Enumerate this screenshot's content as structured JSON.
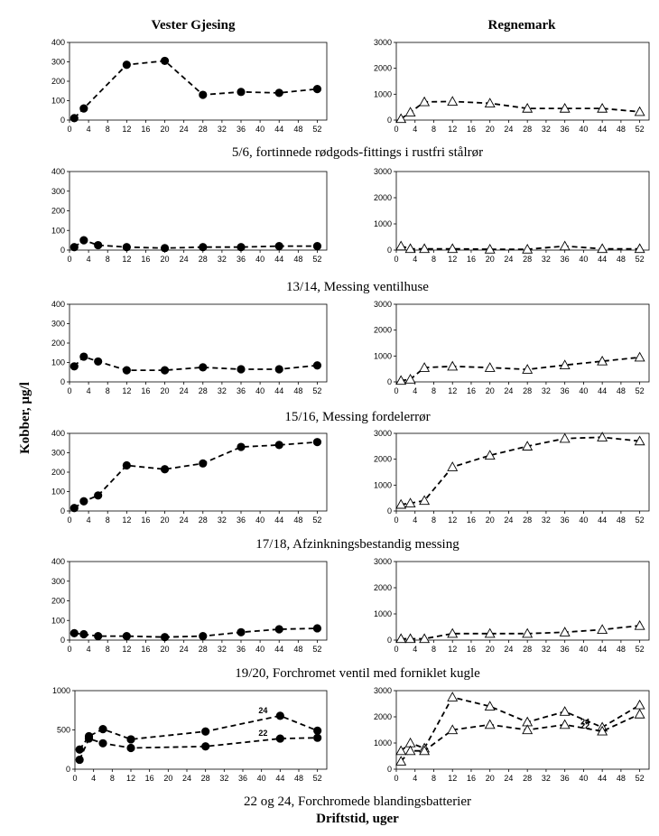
{
  "figure": {
    "left_title": "Vester Gjesing",
    "right_title": "Regnemark",
    "ylabel": "Kobber, µg/l",
    "xlabel": "Driftstid, uger",
    "captions": [
      "5/6, fortinnede rødgods-fittings i rustfri stålrør",
      "13/14, Messing ventilhuse",
      "15/16, Messing fordelerrør",
      "17/18, Afzinkningsbestandig messing",
      "19/20, Forchromet ventil med forniklet kugle",
      "22 og 24, Forchromede blandingsbatterier"
    ]
  },
  "colors": {
    "axis": "#000000",
    "marker_fill_left": "#000000",
    "marker_fill_right": "#ffffff"
  },
  "chart_data": [
    {
      "type": "line",
      "panel": "Vester Gjesing",
      "caption": "5/6, fortinnede rødgods-fittings i rustfri stålrør",
      "xlim": [
        0,
        54
      ],
      "ylim": [
        0,
        400
      ],
      "xticks": [
        0,
        4,
        8,
        12,
        16,
        20,
        24,
        28,
        32,
        36,
        40,
        44,
        48,
        52
      ],
      "yticks": [
        0,
        100,
        200,
        300,
        400
      ],
      "marker": "circle",
      "series": [
        {
          "name": "",
          "x": [
            1,
            3,
            12,
            20,
            28,
            36,
            44,
            52
          ],
          "y": [
            10,
            60,
            285,
            305,
            130,
            145,
            140,
            160
          ]
        }
      ]
    },
    {
      "type": "line",
      "panel": "Regnemark",
      "caption": "5/6, fortinnede rødgods-fittings i rustfri stålrør",
      "xlim": [
        0,
        54
      ],
      "ylim": [
        0,
        3000
      ],
      "xticks": [
        0,
        4,
        8,
        12,
        16,
        20,
        24,
        28,
        32,
        36,
        40,
        44,
        48,
        52
      ],
      "yticks": [
        0,
        1000,
        2000,
        3000
      ],
      "marker": "triangle",
      "series": [
        {
          "name": "",
          "x": [
            1,
            3,
            6,
            12,
            20,
            28,
            36,
            44,
            52
          ],
          "y": [
            50,
            300,
            700,
            720,
            650,
            450,
            450,
            450,
            320
          ]
        }
      ]
    },
    {
      "type": "line",
      "panel": "Vester Gjesing",
      "caption": "13/14, Messing ventilhuse",
      "xlim": [
        0,
        54
      ],
      "ylim": [
        0,
        400
      ],
      "xticks": [
        0,
        4,
        8,
        12,
        16,
        20,
        24,
        28,
        32,
        36,
        40,
        44,
        48,
        52
      ],
      "yticks": [
        0,
        100,
        200,
        300,
        400
      ],
      "marker": "circle",
      "series": [
        {
          "name": "",
          "x": [
            1,
            3,
            6,
            12,
            20,
            28,
            36,
            44,
            52
          ],
          "y": [
            15,
            50,
            25,
            15,
            10,
            15,
            15,
            20,
            20
          ]
        }
      ]
    },
    {
      "type": "line",
      "panel": "Regnemark",
      "caption": "13/14, Messing ventilhuse",
      "xlim": [
        0,
        54
      ],
      "ylim": [
        0,
        3000
      ],
      "xticks": [
        0,
        4,
        8,
        12,
        16,
        20,
        24,
        28,
        32,
        36,
        40,
        44,
        48,
        52
      ],
      "yticks": [
        0,
        1000,
        2000,
        3000
      ],
      "marker": "triangle",
      "series": [
        {
          "name": "",
          "x": [
            1,
            3,
            6,
            12,
            20,
            28,
            36,
            44,
            52
          ],
          "y": [
            150,
            50,
            50,
            50,
            30,
            30,
            150,
            50,
            50
          ]
        }
      ]
    },
    {
      "type": "line",
      "panel": "Vester Gjesing",
      "caption": "15/16, Messing fordelerrør",
      "xlim": [
        0,
        54
      ],
      "ylim": [
        0,
        400
      ],
      "xticks": [
        0,
        4,
        8,
        12,
        16,
        20,
        24,
        28,
        32,
        36,
        40,
        44,
        48,
        52
      ],
      "yticks": [
        0,
        100,
        200,
        300,
        400
      ],
      "marker": "circle",
      "series": [
        {
          "name": "",
          "x": [
            1,
            3,
            6,
            12,
            20,
            28,
            36,
            44,
            52
          ],
          "y": [
            80,
            130,
            105,
            60,
            60,
            75,
            65,
            65,
            85
          ]
        }
      ]
    },
    {
      "type": "line",
      "panel": "Regnemark",
      "caption": "15/16, Messing fordelerrør",
      "xlim": [
        0,
        54
      ],
      "ylim": [
        0,
        3000
      ],
      "xticks": [
        0,
        4,
        8,
        12,
        16,
        20,
        24,
        28,
        32,
        36,
        40,
        44,
        48,
        52
      ],
      "yticks": [
        0,
        1000,
        2000,
        3000
      ],
      "marker": "triangle",
      "series": [
        {
          "name": "",
          "x": [
            1,
            3,
            6,
            12,
            20,
            28,
            36,
            44,
            52
          ],
          "y": [
            50,
            100,
            550,
            600,
            550,
            480,
            650,
            800,
            950
          ]
        }
      ]
    },
    {
      "type": "line",
      "panel": "Vester Gjesing",
      "caption": "17/18, Afzinkningsbestandig messing",
      "xlim": [
        0,
        54
      ],
      "ylim": [
        0,
        400
      ],
      "xticks": [
        0,
        4,
        8,
        12,
        16,
        20,
        24,
        28,
        32,
        36,
        40,
        44,
        48,
        52
      ],
      "yticks": [
        0,
        100,
        200,
        300,
        400
      ],
      "marker": "circle",
      "series": [
        {
          "name": "",
          "x": [
            1,
            3,
            6,
            12,
            20,
            28,
            36,
            44,
            52
          ],
          "y": [
            15,
            50,
            80,
            235,
            215,
            245,
            330,
            340,
            355
          ]
        }
      ]
    },
    {
      "type": "line",
      "panel": "Regnemark",
      "caption": "17/18, Afzinkningsbestandig messing",
      "xlim": [
        0,
        54
      ],
      "ylim": [
        0,
        3000
      ],
      "xticks": [
        0,
        4,
        8,
        12,
        16,
        20,
        24,
        28,
        32,
        36,
        40,
        44,
        48,
        52
      ],
      "yticks": [
        0,
        1000,
        2000,
        3000
      ],
      "marker": "triangle",
      "series": [
        {
          "name": "",
          "x": [
            1,
            3,
            6,
            12,
            20,
            28,
            36,
            44,
            52
          ],
          "y": [
            250,
            300,
            400,
            1700,
            2150,
            2500,
            2800,
            2850,
            2700
          ]
        }
      ]
    },
    {
      "type": "line",
      "panel": "Vester Gjesing",
      "caption": "19/20, Forchromet ventil med forniklet kugle",
      "xlim": [
        0,
        54
      ],
      "ylim": [
        0,
        400
      ],
      "xticks": [
        0,
        4,
        8,
        12,
        16,
        20,
        24,
        28,
        32,
        36,
        40,
        44,
        48,
        52
      ],
      "yticks": [
        0,
        100,
        200,
        300,
        400
      ],
      "marker": "circle",
      "series": [
        {
          "name": "",
          "x": [
            1,
            3,
            6,
            12,
            20,
            28,
            36,
            44,
            52
          ],
          "y": [
            35,
            30,
            20,
            20,
            15,
            20,
            40,
            55,
            60
          ]
        }
      ]
    },
    {
      "type": "line",
      "panel": "Regnemark",
      "caption": "19/20, Forchromet ventil med forniklet kugle",
      "xlim": [
        0,
        54
      ],
      "ylim": [
        0,
        3000
      ],
      "xticks": [
        0,
        4,
        8,
        12,
        16,
        20,
        24,
        28,
        32,
        36,
        40,
        44,
        48,
        52
      ],
      "yticks": [
        0,
        1000,
        2000,
        3000
      ],
      "marker": "triangle",
      "series": [
        {
          "name": "",
          "x": [
            1,
            3,
            6,
            12,
            20,
            28,
            36,
            44,
            52
          ],
          "y": [
            50,
            50,
            50,
            250,
            250,
            250,
            300,
            400,
            550
          ]
        }
      ]
    },
    {
      "type": "line",
      "panel": "Vester Gjesing",
      "caption": "22 og 24, Forchromede blandingsbatterier",
      "xlim": [
        0,
        54
      ],
      "ylim": [
        0,
        1000
      ],
      "xticks": [
        0,
        4,
        8,
        12,
        16,
        20,
        24,
        28,
        32,
        36,
        40,
        44,
        48,
        52
      ],
      "yticks": [
        0,
        500,
        1000
      ],
      "marker": "circle",
      "series": [
        {
          "name": "24",
          "x": [
            1,
            3,
            6,
            12,
            28,
            44,
            52
          ],
          "y": [
            250,
            420,
            510,
            380,
            480,
            680,
            490
          ]
        },
        {
          "name": "22",
          "x": [
            1,
            3,
            6,
            12,
            28,
            44,
            52
          ],
          "y": [
            120,
            390,
            330,
            270,
            290,
            390,
            400
          ]
        }
      ]
    },
    {
      "type": "line",
      "panel": "Regnemark",
      "caption": "22 og 24, Forchromede blandingsbatterier",
      "xlim": [
        0,
        54
      ],
      "ylim": [
        0,
        3000
      ],
      "xticks": [
        0,
        4,
        8,
        12,
        16,
        20,
        24,
        28,
        32,
        36,
        40,
        44,
        48,
        52
      ],
      "yticks": [
        0,
        1000,
        2000,
        3000
      ],
      "marker": "triangle",
      "series": [
        {
          "name": "24",
          "x": [
            1,
            3,
            6,
            12,
            20,
            28,
            36,
            44,
            52
          ],
          "y": [
            700,
            1000,
            800,
            2750,
            2400,
            1800,
            2200,
            1600,
            2450
          ]
        },
        {
          "name": "22",
          "x": [
            1,
            3,
            6,
            12,
            20,
            28,
            36,
            44,
            52
          ],
          "y": [
            300,
            700,
            700,
            1500,
            1700,
            1500,
            1700,
            1450,
            2100
          ]
        }
      ]
    }
  ]
}
